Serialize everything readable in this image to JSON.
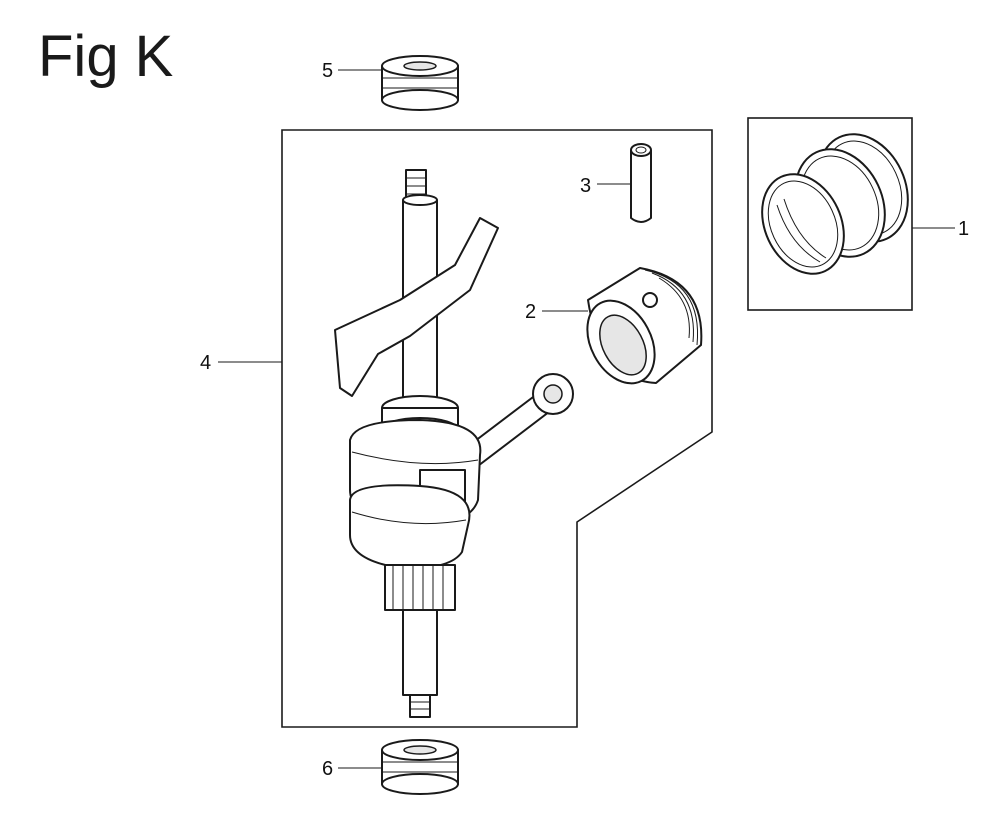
{
  "figure": {
    "title": "Fig K"
  },
  "callouts": [
    {
      "id": "1",
      "label": "1"
    },
    {
      "id": "2",
      "label": "2"
    },
    {
      "id": "3",
      "label": "3"
    },
    {
      "id": "4",
      "label": "4"
    },
    {
      "id": "5",
      "label": "5"
    },
    {
      "id": "6",
      "label": "6"
    }
  ],
  "colors": {
    "line": "#1a1a1a",
    "background": "#ffffff"
  }
}
